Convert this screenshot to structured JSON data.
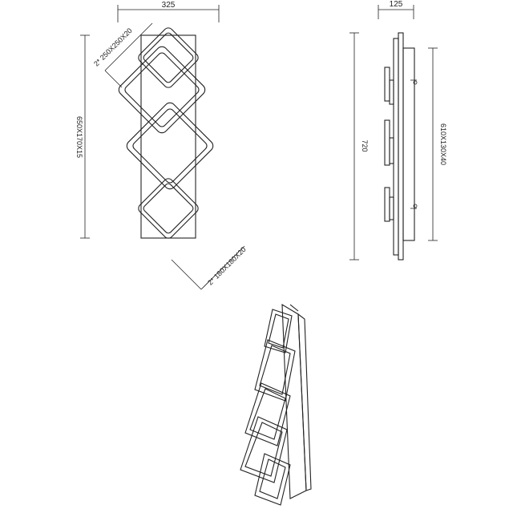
{
  "front_view": {
    "width_label": "325",
    "height_label": "650X170X15",
    "large_squares_label": "2* 250X250X20",
    "small_squares_label": "2* 180X180X20"
  },
  "side_view": {
    "depth_label": "125",
    "total_height_label": "720",
    "body_label": "610X130X40"
  }
}
